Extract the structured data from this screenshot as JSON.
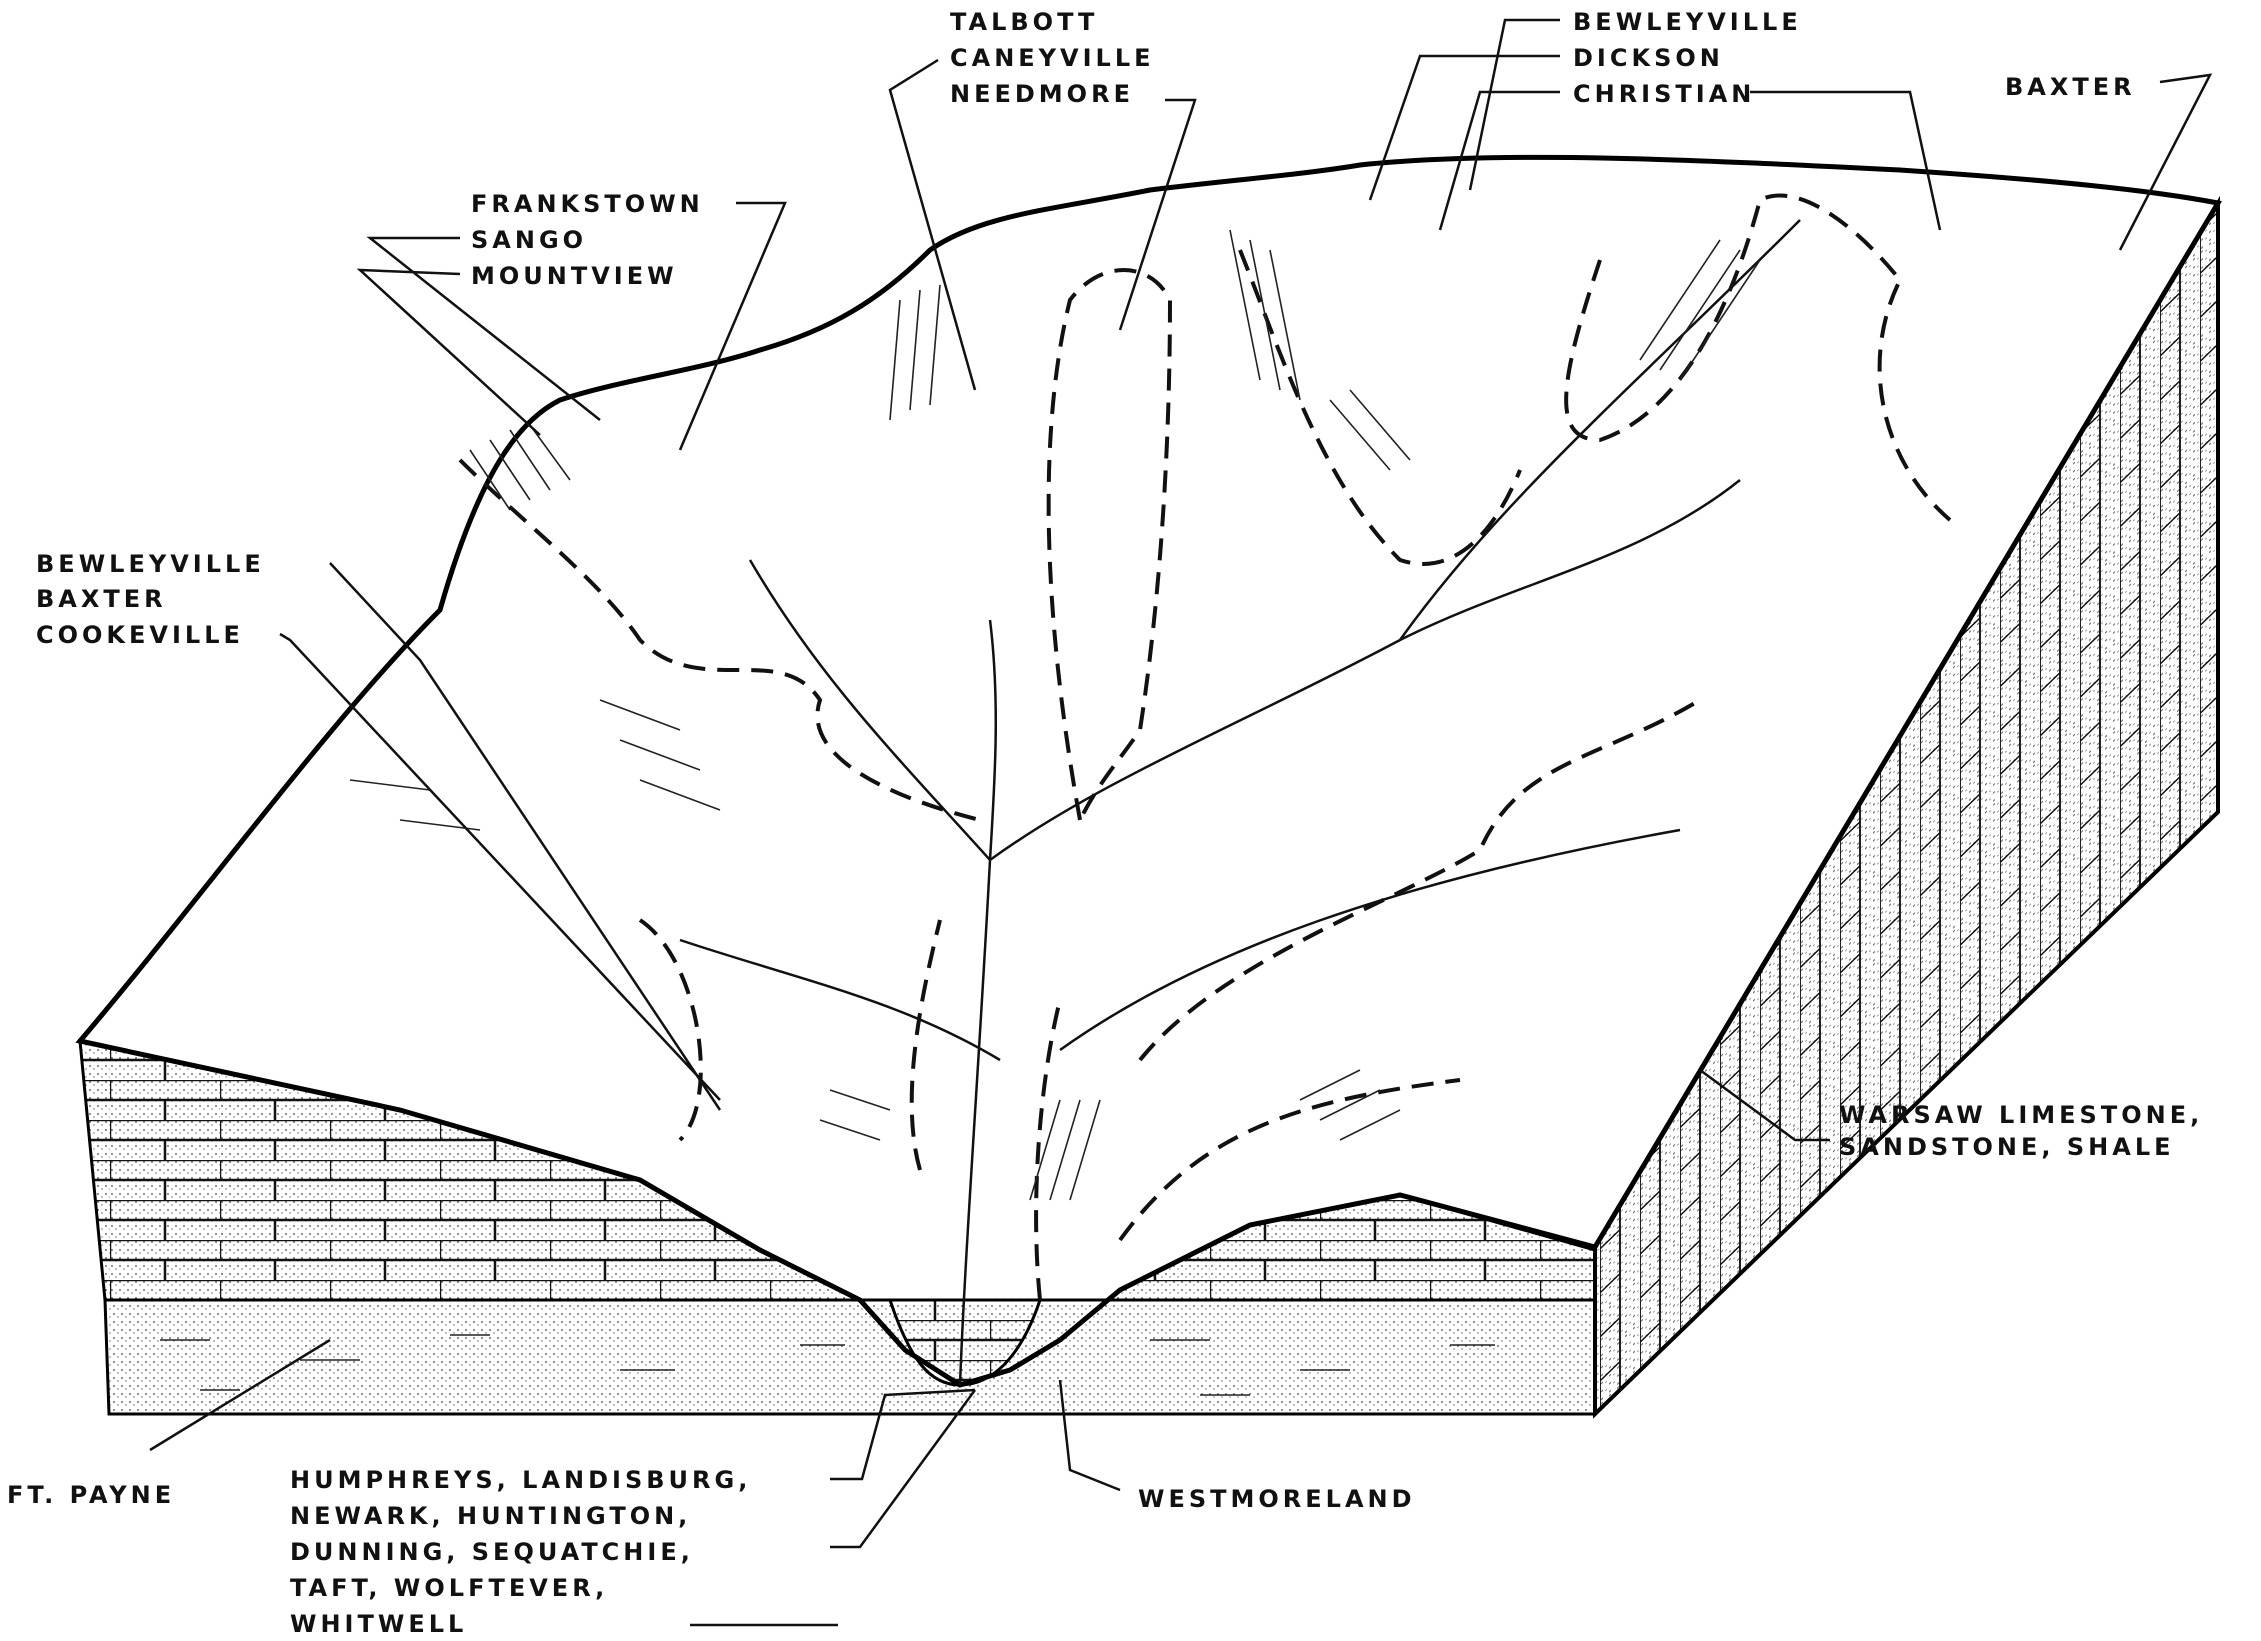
{
  "labels": {
    "talbott": "TALBOTT",
    "caneyville": "CANEYVILLE",
    "needmore": "NEEDMORE",
    "bewleyville_top": "BEWLEYVILLE",
    "dickson": "DICKSON",
    "christian": "CHRISTIAN",
    "baxter_top": "BAXTER",
    "frankstown": "FRANKSTOWN",
    "sango": "SANGO",
    "mountview": "MOUNTVIEW",
    "bewleyville_left": "BEWLEYVILLE",
    "baxter_left": "BAXTER",
    "cookeville": "COOKEVILLE",
    "warsaw_1": "WARSAW LIMESTONE,",
    "warsaw_2": "SANDSTONE, SHALE",
    "ft_payne": "FT. PAYNE",
    "bottomland": [
      "HUMPHREYS, LANDISBURG,",
      "NEWARK, HUNTINGTON,",
      "DUNNING, SEQUATCHIE,",
      "TAFT, WOLFTEVER,",
      "WHITWELL"
    ],
    "westmoreland": "WESTMORELAND"
  }
}
